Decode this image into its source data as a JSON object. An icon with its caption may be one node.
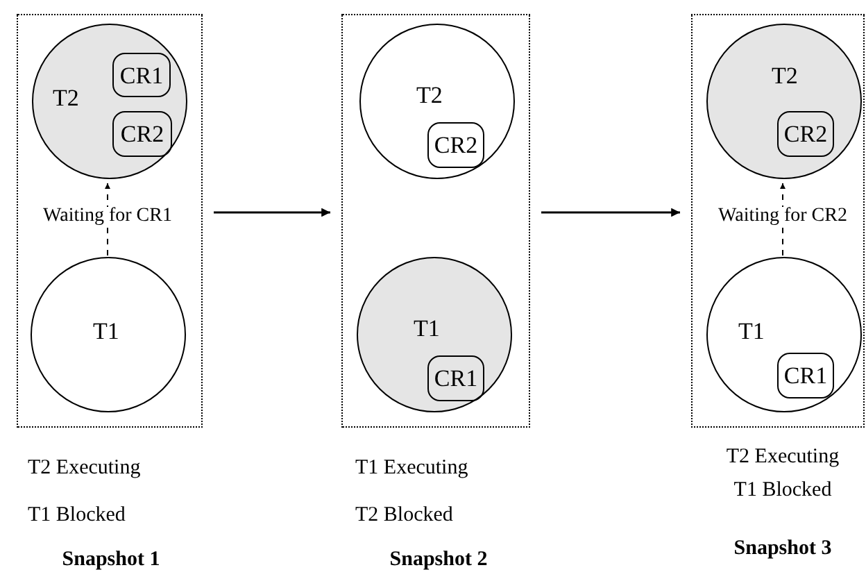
{
  "diagram": {
    "nodes": [
      {
        "text": [],
        "shape": "box",
        "beside": [
          "T2 Executing",
          "T1 Blocked",
          "Snapshot 1"
        ]
      },
      {
        "text": [
          "T2"
        ],
        "in": 0
      },
      {
        "text": [
          "CR1"
        ],
        "in": 1
      },
      {
        "text": [
          "CR2"
        ],
        "in": 1
      },
      {
        "text": [
          "T1"
        ],
        "in": 0
      },
      {
        "text": [],
        "shape": "box",
        "beside": [
          "T1 Executing",
          "T2 Blocked",
          "Snapshot 2"
        ]
      },
      {
        "text": [
          "T2"
        ],
        "in": 5
      },
      {
        "text": [
          "CR2"
        ],
        "in": 6
      },
      {
        "text": [
          "T1"
        ],
        "in": 5
      },
      {
        "text": [
          "CR1"
        ],
        "in": 8
      },
      {
        "text": [],
        "shape": "box",
        "beside": [
          "T2 Executing",
          "T1 Blocked",
          "Snapshot 3"
        ]
      },
      {
        "text": [
          "T2"
        ],
        "in": 10
      },
      {
        "text": [
          "CR2"
        ],
        "in": 11
      },
      {
        "text": [
          "T1"
        ],
        "in": 10
      },
      {
        "text": [
          "CR1"
        ],
        "in": 13
      }
    ],
    "edges": [
      {
        "from": 4,
        "to": 1,
        "arrow": "to",
        "label": "Waiting for CR1",
        "style": "dashed"
      },
      {
        "from": 0,
        "to": 5,
        "arrow": "to"
      },
      {
        "from": 5,
        "to": 10,
        "arrow": "to"
      },
      {
        "from": 13,
        "to": 11,
        "arrow": "to",
        "label": "Waiting for CR2",
        "style": "dashed"
      }
    ]
  }
}
